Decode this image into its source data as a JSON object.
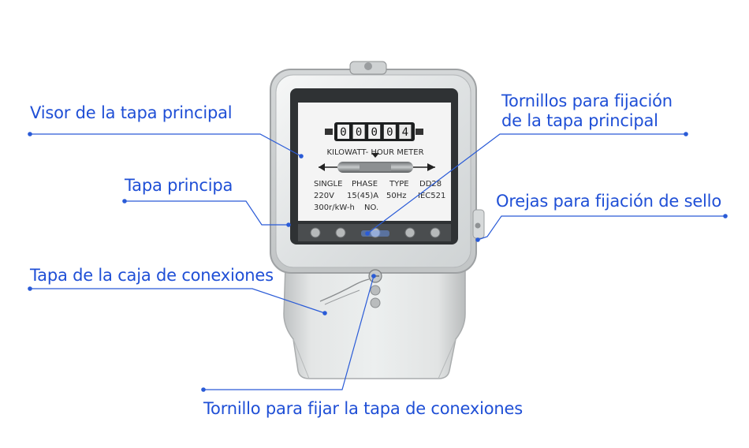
{
  "labels": {
    "visor": "Visor de la tapa principal",
    "tapa": "Tapa principa",
    "caja": "Tapa de la caja de conexiones",
    "tornillos_line1": "Tornillos para fijación",
    "tornillos_line2": "de la tapa principal",
    "orejas": "Orejas para fijación de sello",
    "tornillo": "Tornillo para fijar la tapa de conexiones"
  },
  "meter": {
    "digits": [
      "0",
      "0",
      "0",
      "0",
      "4"
    ],
    "title": "KILOWATT- HOUR METER",
    "spec_row1": [
      "SINGLE",
      "PHASE",
      "TYPE",
      "DD28"
    ],
    "spec_row2": [
      "220V",
      "15(45)A",
      "50Hz",
      "IEC521"
    ],
    "spec_row3": [
      "300r/kW-h",
      "NO."
    ]
  },
  "colors": {
    "accent": "#1f4fd6",
    "leader": "#2a5bd7"
  }
}
